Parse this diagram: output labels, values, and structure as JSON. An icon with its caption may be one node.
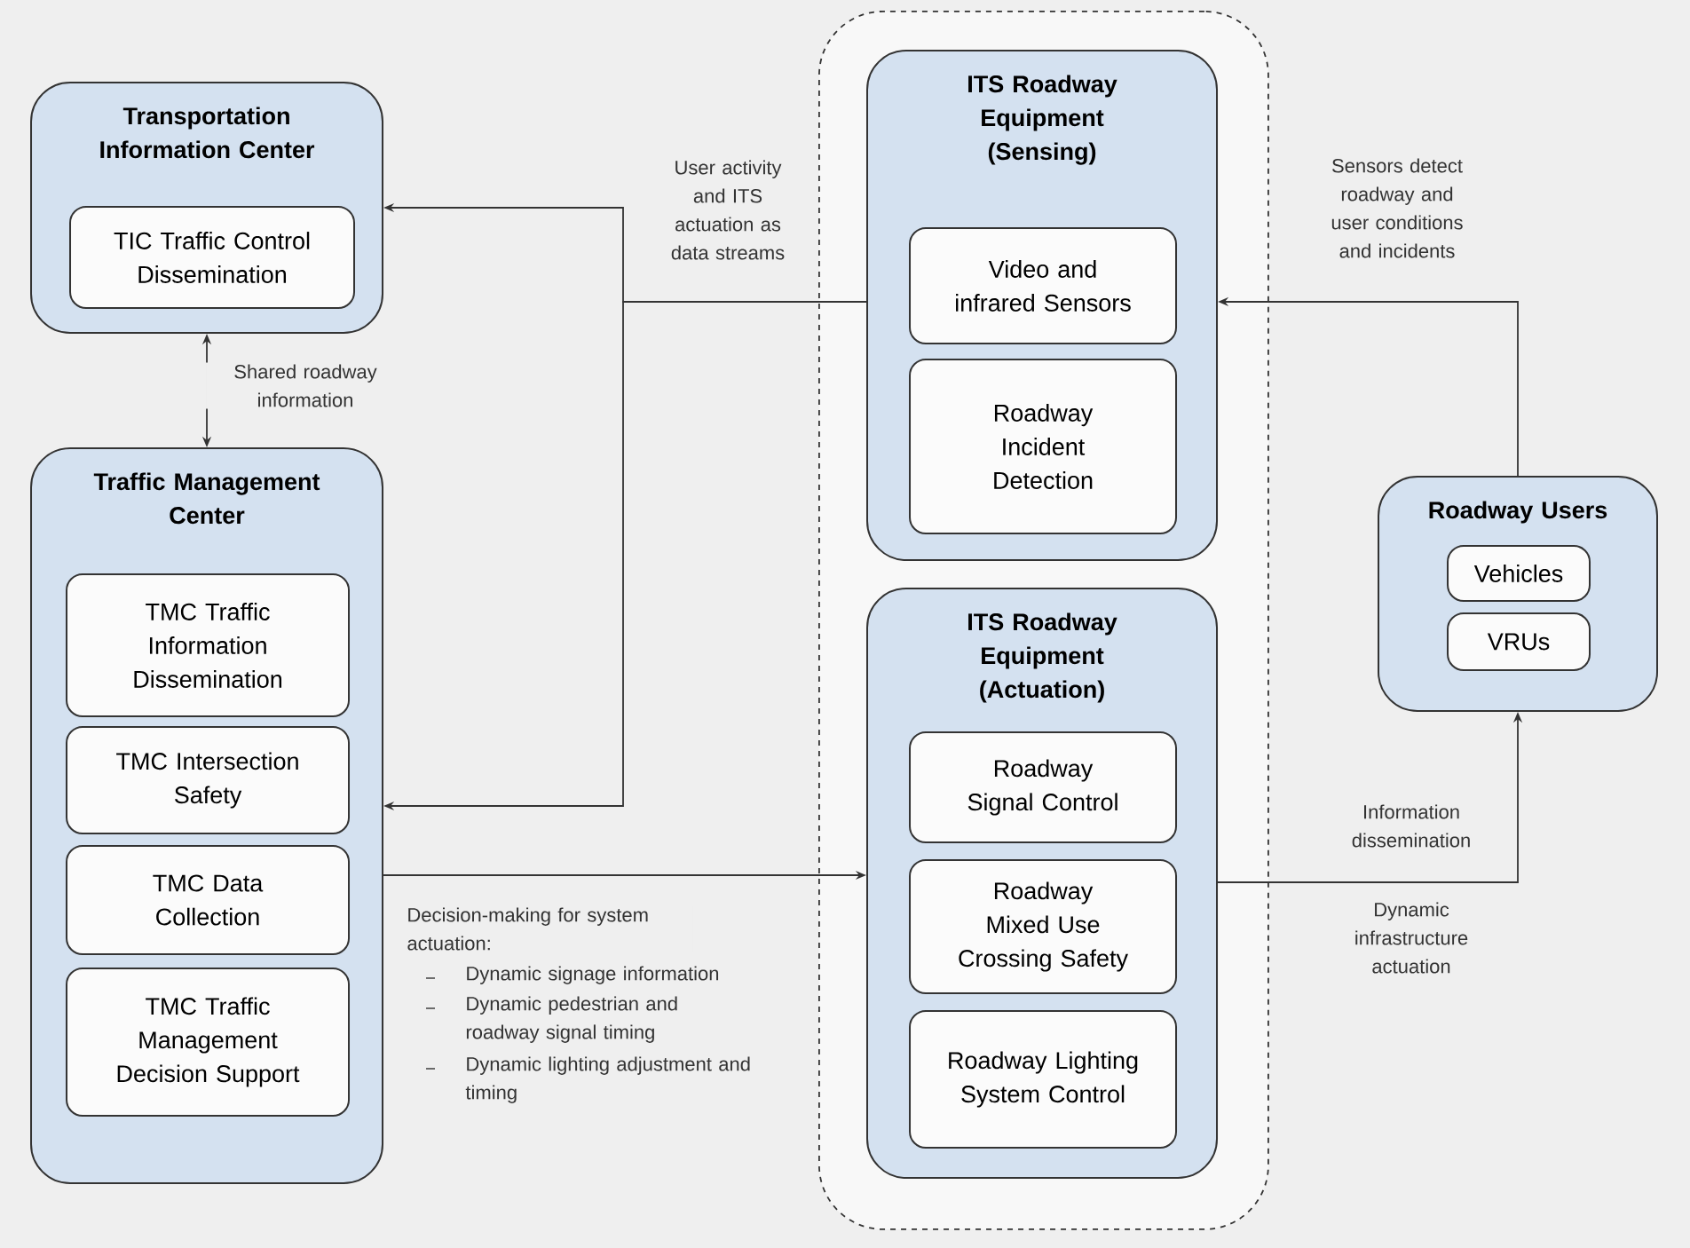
{
  "diagram": {
    "nodes": [
      {
        "text": [
          "Transportation Information Center"
        ]
      },
      {
        "text": [
          "TIC Traffic Control Dissemination"
        ],
        "in": 0
      },
      {
        "text": [
          "Traffic Management Center"
        ]
      },
      {
        "text": [
          "TMC Traffic Information Dissemination"
        ],
        "in": 2
      },
      {
        "text": [
          "TMC Intersection Safety"
        ],
        "in": 2
      },
      {
        "text": [
          "TMC Data Collection"
        ],
        "in": 2
      },
      {
        "text": [
          "TMC Traffic Management Decision Support"
        ],
        "in": 2
      },
      {
        "text": [],
        "shape": "box"
      },
      {
        "text": [
          "ITS Roadway Equipment (Sensing)"
        ],
        "in": 7
      },
      {
        "text": [
          "Video and infrared Sensors"
        ],
        "in": 8
      },
      {
        "text": [
          "Roadway Incident Detection"
        ],
        "in": 8
      },
      {
        "text": [
          "ITS Roadway Equipment (Actuation)"
        ],
        "in": 7
      },
      {
        "text": [
          "Roadway Signal Control"
        ],
        "in": 11
      },
      {
        "text": [
          "Roadway Mixed Use Crossing Safety"
        ],
        "in": 11
      },
      {
        "text": [
          "Roadway Lighting System Control"
        ],
        "in": 11
      },
      {
        "text": [
          "Roadway Users"
        ]
      },
      {
        "text": [
          "Vehicles"
        ],
        "in": 15
      },
      {
        "text": [
          "VRUs"
        ],
        "in": 15
      }
    ],
    "edges": [
      {
        "from": 0,
        "to": 2,
        "arrow": "both",
        "label": "Shared roadway information"
      },
      {
        "from": 8,
        "to": 0,
        "arrow": "to",
        "label": "User activity and ITS actuation as data streams"
      },
      {
        "from": 8,
        "to": 2,
        "arrow": "to"
      },
      {
        "from": 2,
        "to": 11,
        "arrow": "to",
        "label": "Decision-making for system actuation:"
      },
      {
        "from": 15,
        "to": 8,
        "arrow": "to",
        "label": "Sensors detect roadway and user conditions and incidents"
      },
      {
        "from": 11,
        "to": 15,
        "arrow": "to",
        "label": "Information dissemination"
      }
    ],
    "labels": [
      "Dynamic signage information",
      "Dynamic pedestrian and roadway signal timing",
      "Dynamic lighting adjustment and timing",
      "Dynamic infrastructure actuation"
    ]
  }
}
